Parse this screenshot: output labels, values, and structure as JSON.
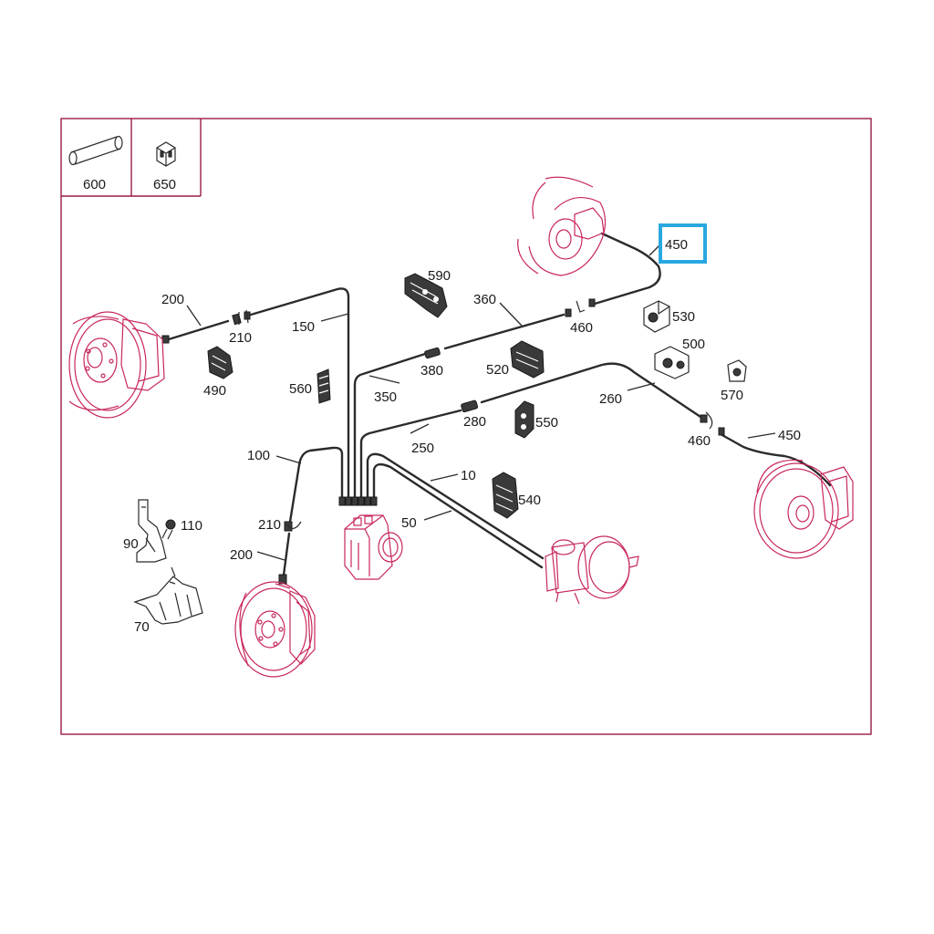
{
  "frame_color": "#9a1b47",
  "line_color": "#c8285a",
  "highlight_color": "#29a8e0",
  "legend": [
    {
      "part": "600",
      "icon": "sleeve-tube-icon"
    },
    {
      "part": "650",
      "icon": "clip-block-icon"
    }
  ],
  "highlighted_part": "450",
  "labels": {
    "p200a": "200",
    "p210a": "210",
    "p150": "150",
    "p590": "590",
    "p360": "360",
    "p460a": "460",
    "p450a": "450",
    "p530": "530",
    "p500": "500",
    "p570": "570",
    "p490": "490",
    "p560": "560",
    "p350": "350",
    "p380": "380",
    "p520": "520",
    "p260": "260",
    "p280": "280",
    "p550": "550",
    "p250": "250",
    "p460b": "460",
    "p450b": "450",
    "p100": "100",
    "p10": "10",
    "p540": "540",
    "p110": "110",
    "p90": "90",
    "p210b": "210",
    "p50": "50",
    "p200b": "200",
    "p70": "70"
  }
}
